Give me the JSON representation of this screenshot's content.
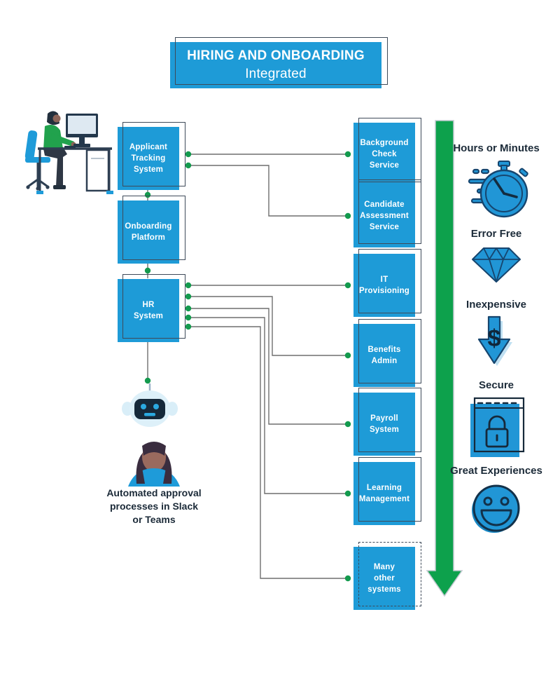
{
  "title": {
    "line1": "HIRING AND ONBOARDING",
    "line2": "Integrated"
  },
  "left_systems": [
    {
      "label": "Applicant\nTracking System"
    },
    {
      "label": "Onboarding\nPlatform"
    },
    {
      "label": "HR\nSystem"
    }
  ],
  "right_systems": [
    {
      "label": "Background\nCheck Service"
    },
    {
      "label": "Candidate\nAssessment\nService"
    },
    {
      "label": "IT\nProvisioning"
    },
    {
      "label": "Benefits\nAdmin"
    },
    {
      "label": "Payroll\nSystem"
    },
    {
      "label": "Learning\nManagement"
    },
    {
      "label": "Many\nother systems",
      "border_style": "dashed"
    }
  ],
  "benefits": [
    {
      "label": "Hours or Minutes",
      "icon": "stopwatch-icon"
    },
    {
      "label": "Error Free",
      "icon": "diamond-icon"
    },
    {
      "label": "Inexpensive",
      "icon": "dollar-down-arrow-icon"
    },
    {
      "label": "Secure",
      "icon": "secure-browser-lock-icon"
    },
    {
      "label": "Great Experiences",
      "icon": "smiley-face-icon"
    }
  ],
  "caption": "Automated approval\nprocesses in Slack\nor Teams",
  "illustration_icons": [
    "person-at-desk-icon",
    "chatbot-icon",
    "woman-avatar-icon",
    "down-arrow-graphic"
  ],
  "colors": {
    "box_blue": "#1E9BD7",
    "outline_dark": "#3E4A59",
    "connector_gray": "#6E6E6E",
    "dot_green": "#149A4E",
    "arrow_green": "#0DA14C",
    "text_dark": "#1B2A38"
  }
}
